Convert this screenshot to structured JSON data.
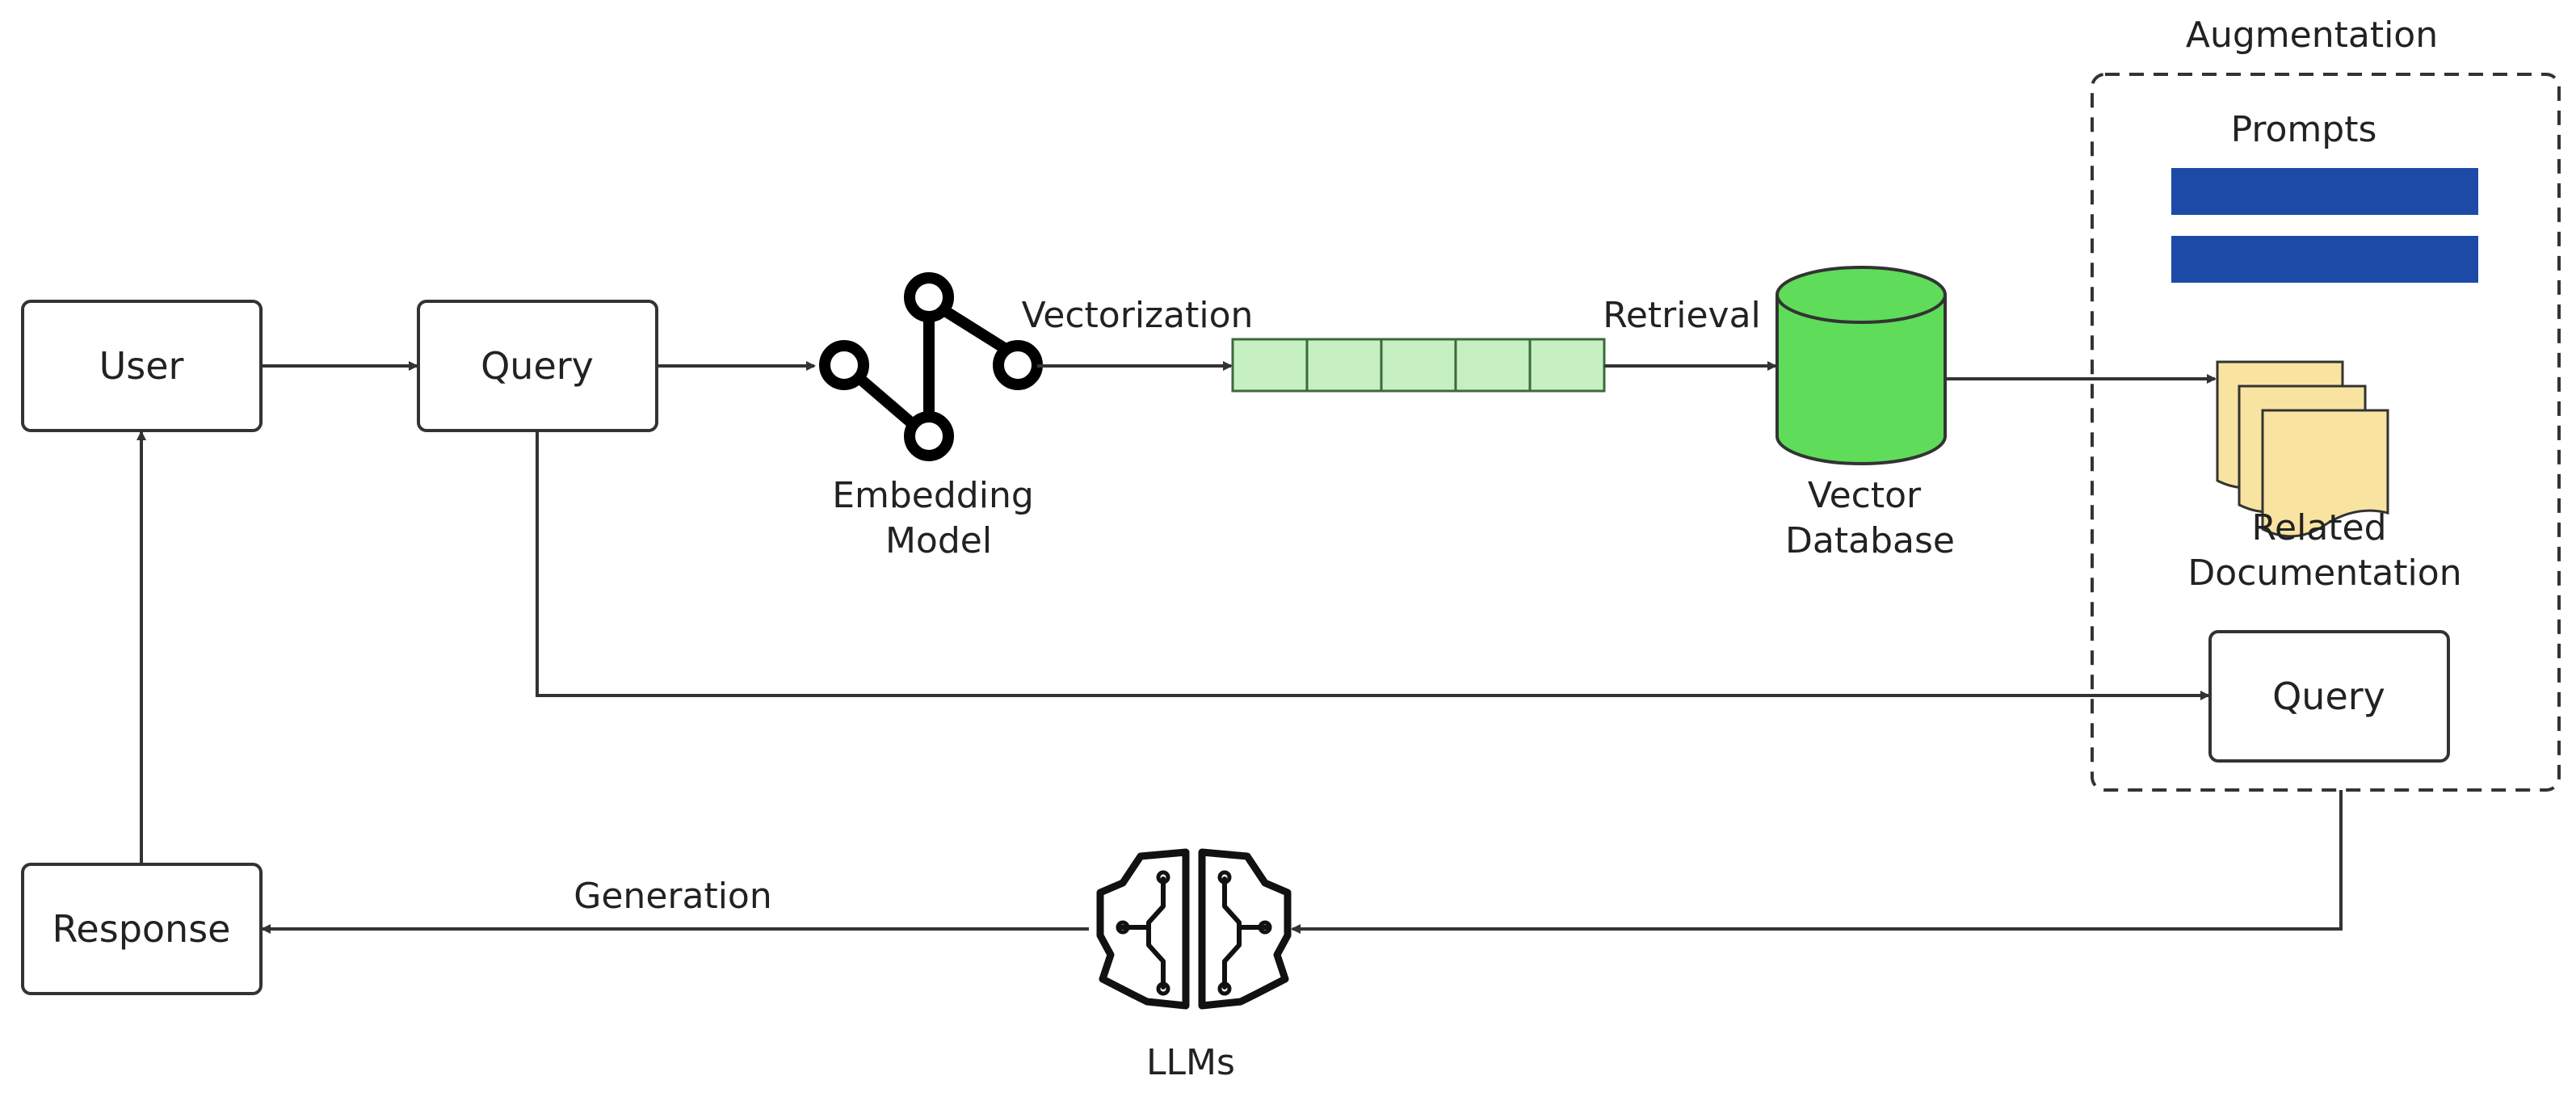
{
  "colors": {
    "stroke": "#333333",
    "vector_fill": "#c6efc2",
    "vector_stroke": "#3a6b3a",
    "database_fill": "#5edc5a",
    "prompt_bar": "#1c4aa6",
    "document_fill": "#f8e3a0"
  },
  "icons": {
    "embedding": "embedding-model-icon",
    "database": "vector-database-icon",
    "documents": "documents-icon",
    "llm": "llm-brain-icon"
  },
  "nodes": {
    "user": "User",
    "query": "Query",
    "response": "Response",
    "augmented_query": "Query"
  },
  "labels": {
    "embedding_line1": "Embedding",
    "embedding_line2": "Model",
    "vectorization": "Vectorization",
    "retrieval": "Retrieval",
    "database_line1": "Vector",
    "database_line2": "Database",
    "augmentation": "Augmentation",
    "prompts": "Prompts",
    "related_line1": "Related",
    "related_line2": "Documentation",
    "generation": "Generation",
    "llms": "LLMs"
  }
}
